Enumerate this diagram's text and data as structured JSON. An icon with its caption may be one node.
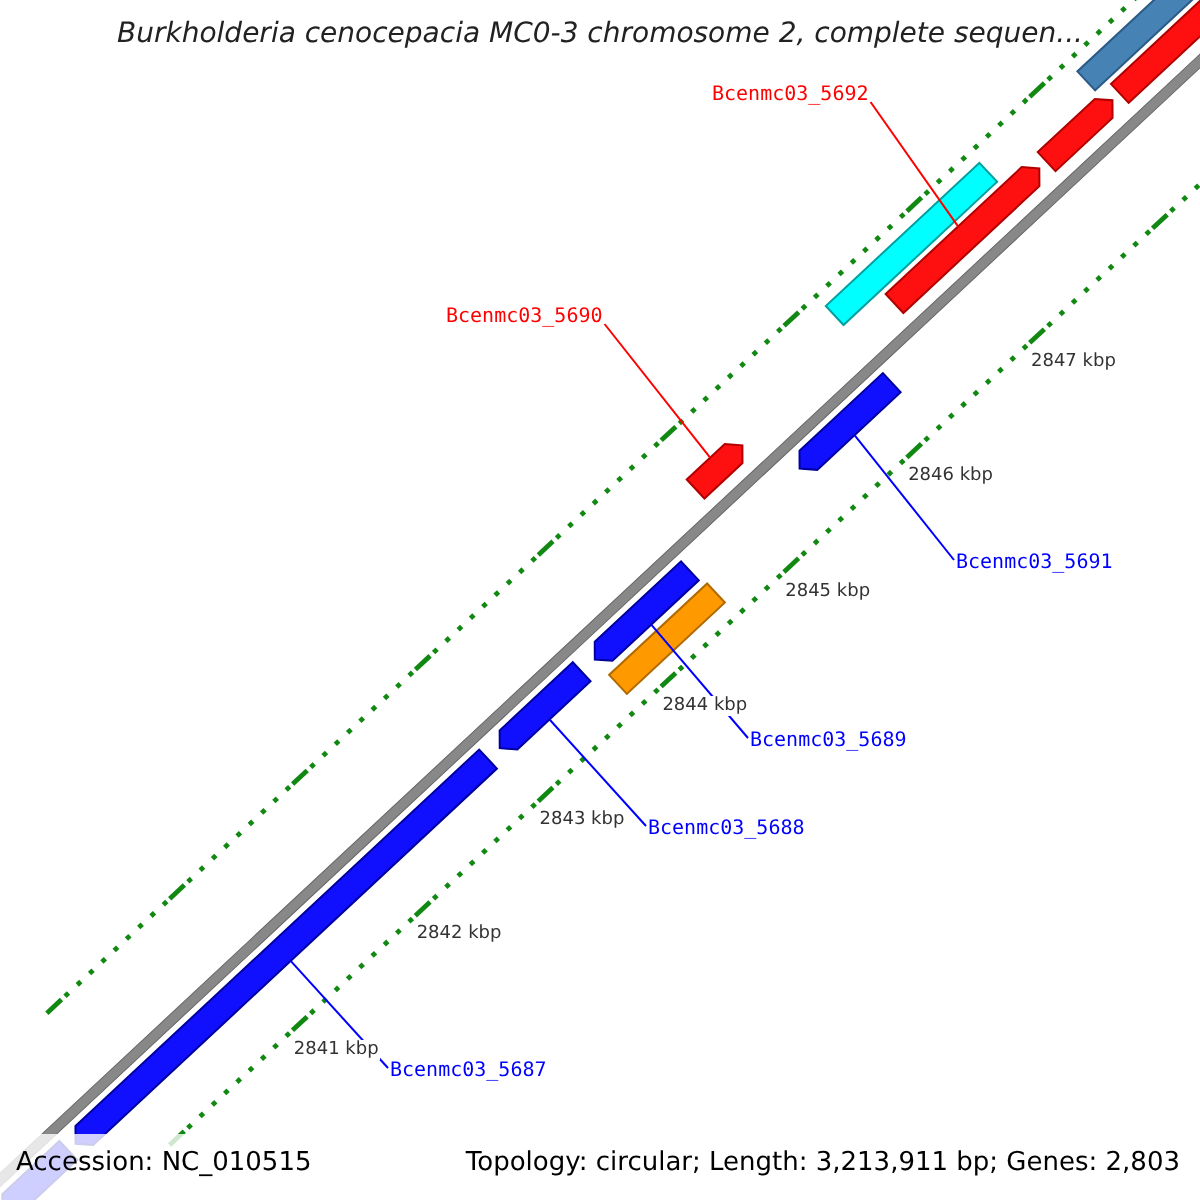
{
  "diagram": {
    "title": "Burkholderia cenocepacia MC0-3 chromosome 2, complete sequen...",
    "nodes": [
      {
        "text": [
          "Bcenmc03_5692"
        ]
      },
      {
        "text": [],
        "shape": "bar"
      },
      {
        "text": [
          "Bcenmc03_5690"
        ]
      },
      {
        "text": [],
        "shape": "bar"
      },
      {
        "text": [
          "Bcenmc03_5691"
        ]
      },
      {
        "text": [],
        "shape": "bar"
      },
      {
        "text": [
          "Bcenmc03_5689"
        ]
      },
      {
        "text": [],
        "shape": "bar"
      },
      {
        "text": [
          "Bcenmc03_5688"
        ]
      },
      {
        "text": [],
        "shape": "bar"
      },
      {
        "text": [
          "Bcenmc03_5687"
        ]
      },
      {
        "text": [],
        "shape": "bar"
      }
    ],
    "edges": [
      {
        "from": 0,
        "to": 1,
        "arrow": "none",
        "color": "#ff0000"
      },
      {
        "from": 2,
        "to": 3,
        "arrow": "none",
        "color": "#ff0000"
      },
      {
        "from": 4,
        "to": 5,
        "arrow": "none"
      },
      {
        "from": 6,
        "to": 7,
        "arrow": "none"
      },
      {
        "from": 8,
        "to": 9,
        "arrow": "none"
      },
      {
        "from": 10,
        "to": 11,
        "arrow": "none"
      }
    ],
    "labels": [
      "2847 kbp",
      "2846 kbp",
      "2845 kbp",
      "2844 kbp",
      "2843 kbp",
      "2842 kbp",
      "2841 kbp",
      "Accession: NC_010515",
      "Topology: circular; Length: 3,213,911 bp; Genes: 2,803"
    ]
  }
}
